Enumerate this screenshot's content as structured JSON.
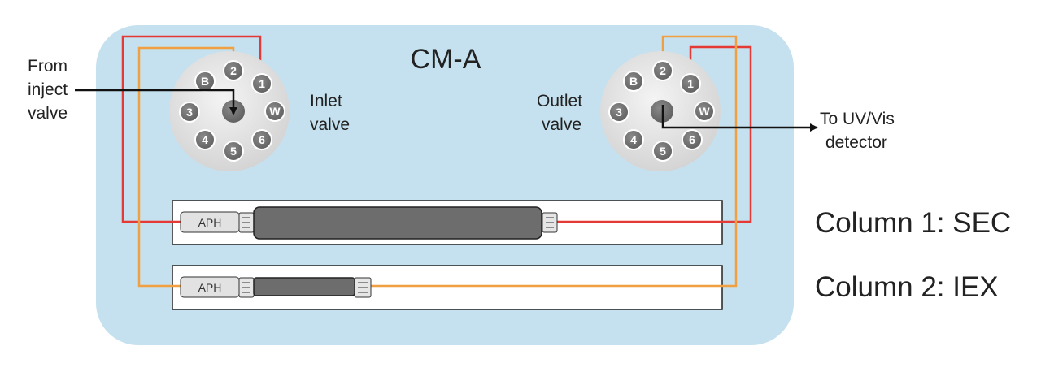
{
  "module": {
    "title": "CM-A"
  },
  "inlet_valve": {
    "label_line1": "Inlet",
    "label_line2": "valve",
    "ports": [
      "1",
      "2",
      "B",
      "3",
      "4",
      "5",
      "6",
      "W"
    ]
  },
  "outlet_valve": {
    "label_line1": "Outlet",
    "label_line2": "valve",
    "ports": [
      "1",
      "2",
      "B",
      "3",
      "4",
      "5",
      "6",
      "W"
    ]
  },
  "source": {
    "line1": "From",
    "line2": "inject",
    "line3": "valve"
  },
  "destination": {
    "line1": "To UV/Vis",
    "line2": "detector"
  },
  "columns": [
    {
      "label": "Column 1: SEC",
      "guard": "APH"
    },
    {
      "label": "Column 2: IEX",
      "guard": "APH"
    }
  ],
  "colors": {
    "module_background": "#c5e1ef",
    "tube_column1": "#e53935",
    "tube_column2": "#f0a040",
    "port": "#6f6f6f",
    "column_body": "#6d6d6d",
    "arrow": "#111111"
  }
}
